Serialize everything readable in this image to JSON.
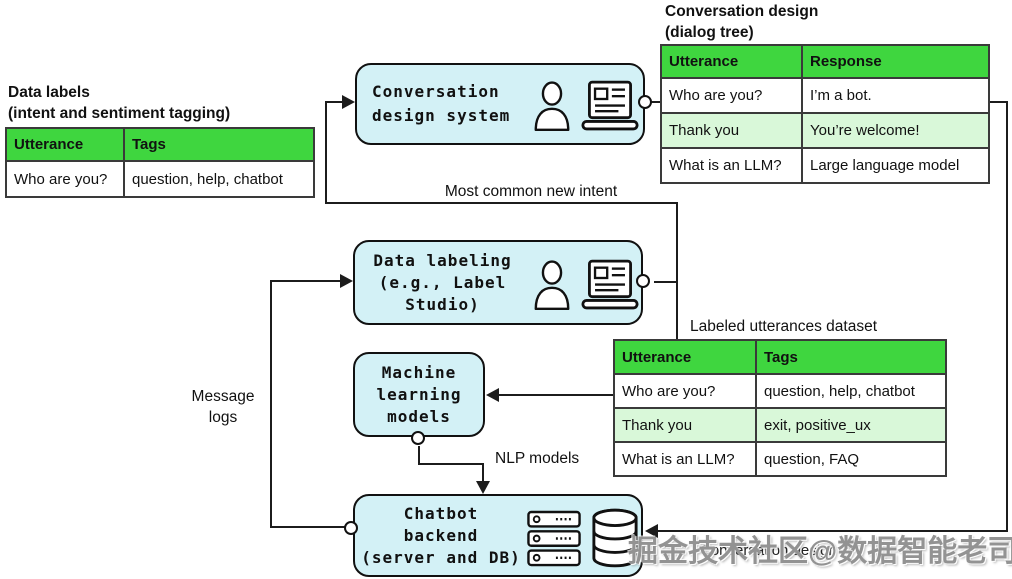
{
  "colors": {
    "table_header_green": "#3fd63f",
    "table_row_light_green": "#d9f8d9",
    "node_fill_cyan": "#d3f1f6",
    "line_black": "#1c1c1c",
    "watermark_gray": "#8a8a8a"
  },
  "data_labels": {
    "title_line1": "Data labels",
    "title_line2": "(intent and sentiment tagging)",
    "headers": [
      "Utterance",
      "Tags"
    ],
    "rows": [
      [
        "Who are you?",
        "question, help, chatbot"
      ]
    ]
  },
  "dialog_tree": {
    "title_line1": "Conversation design",
    "title_line2": "(dialog tree)",
    "headers": [
      "Utterance",
      "Response"
    ],
    "rows": [
      [
        "Who are you?",
        "I’m a bot."
      ],
      [
        "Thank you",
        "You’re welcome!"
      ],
      [
        "What is an LLM?",
        "Large language model"
      ]
    ]
  },
  "labeled_utterances": {
    "caption": "Labeled utterances dataset",
    "headers": [
      "Utterance",
      "Tags"
    ],
    "rows": [
      [
        "Who are you?",
        "question, help, chatbot"
      ],
      [
        "Thank you",
        "exit, positive_ux"
      ],
      [
        "What is an LLM?",
        "question, FAQ"
      ]
    ]
  },
  "boxes": {
    "conversation_design_system": {
      "line1": "Conversation",
      "line2": "design system",
      "icons": [
        "person-icon",
        "laptop-icon"
      ]
    },
    "data_labeling": {
      "line1": "Data labeling",
      "line2": "(e.g., Label",
      "line3": "Studio)",
      "icons": [
        "person-icon",
        "laptop-icon"
      ]
    },
    "ml_models": {
      "line1": "Machine",
      "line2": "learning",
      "line3": "models"
    },
    "chatbot_backend": {
      "line1": "Chatbot",
      "line2": "backend",
      "line3": "(server and DB)",
      "icons": [
        "server-icon",
        "database-icon"
      ]
    }
  },
  "edge_labels": {
    "most_common_new_intent": "Most common new intent",
    "nlp_models": "NLP models",
    "message_logs_line1": "Message",
    "message_logs_line2": "logs",
    "conversation_design": "Conversation design"
  },
  "watermark": "掘金技术社区@数据智能老司机"
}
